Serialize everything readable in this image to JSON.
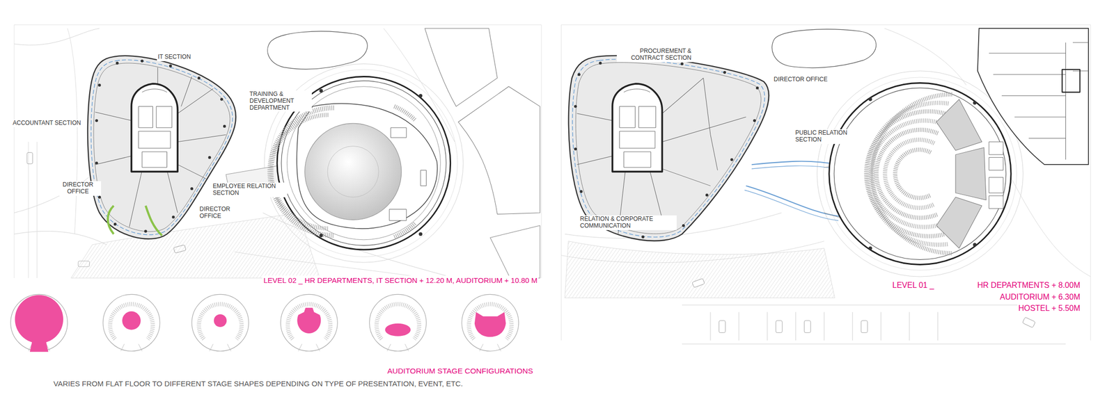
{
  "diagram": {
    "labels": [
      "IT SECTION",
      "TRAINING & DEVELOPMENT DEPARTMENT",
      "ACCOUNTANT SECTION",
      "DIRECTOR OFFICE",
      "EMPLOYEE RELATION SECTION",
      "DIRECTOR OFFICE",
      "LEVEL 02 _ HR DEPARTMENTS, IT SECTION + 12.20 M, AUDITORIUM + 10.80 M",
      "AUDITORIUM STAGE CONFIGURATIONS",
      "VARIES FROM FLAT FLOOR TO DIFFERENT STAGE SHAPES DEPENDING ON TYPE OF PRESENTATION, EVENT, ETC.",
      "PROCUREMENT & CONTRACT SECTION",
      "DIRECTOR OFFICE",
      "PUBLIC RELATION SECTION",
      "RELATION & CORPORATE COMMUNICATION",
      "LEVEL 01 _",
      "HR DEPARTMENTS + 8.00M",
      "AUDITORIUM + 6.30M",
      "HOSTEL + 5.50M"
    ]
  }
}
